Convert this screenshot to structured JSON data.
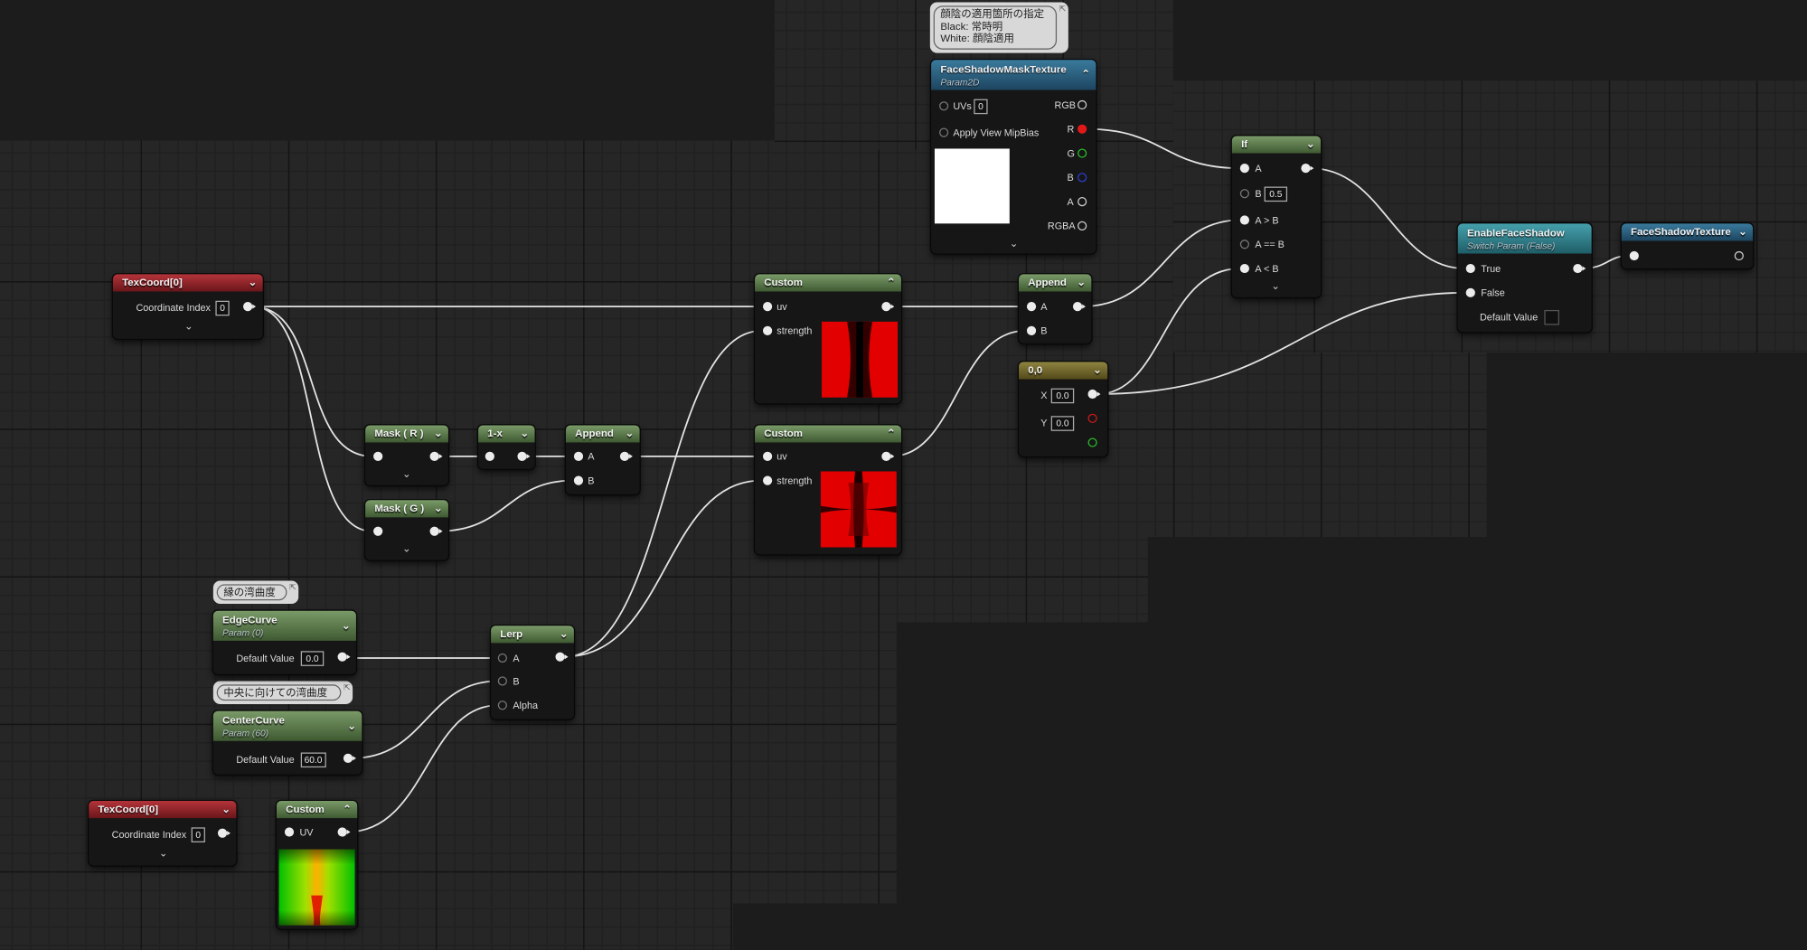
{
  "comments": {
    "mask_note": {
      "line1": "顔陰の適用箇所の指定",
      "line2": "Black: 常時明",
      "line3": "White: 顔陰適用"
    },
    "edge_note": "縁の湾曲度",
    "center_note": "中央に向けての湾曲度"
  },
  "nodes": {
    "texcoord_top": {
      "title": "TexCoord[0]",
      "coord_label": "Coordinate Index",
      "coord_value": "0"
    },
    "texcoord_bottom": {
      "title": "TexCoord[0]",
      "coord_label": "Coordinate Index",
      "coord_value": "0"
    },
    "mask_r": {
      "title": "Mask ( R )"
    },
    "mask_g": {
      "title": "Mask ( G )"
    },
    "one_minus_x": {
      "title": "1-x"
    },
    "append_left": {
      "title": "Append",
      "pin_a": "A",
      "pin_b": "B"
    },
    "append_right": {
      "title": "Append",
      "pin_a": "A",
      "pin_b": "B"
    },
    "custom_top": {
      "title": "Custom",
      "pin_uv": "uv",
      "pin_strength": "strength"
    },
    "custom_mid": {
      "title": "Custom",
      "pin_uv": "uv",
      "pin_strength": "strength"
    },
    "custom_bottom": {
      "title": "Custom",
      "pin_uv": "UV"
    },
    "edge_curve": {
      "title": "EdgeCurve",
      "subtitle": "Param (0)",
      "label": "Default Value",
      "value": "0.0"
    },
    "center_curve": {
      "title": "CenterCurve",
      "subtitle": "Param (60)",
      "label": "Default Value",
      "value": "60.0"
    },
    "lerp": {
      "title": "Lerp",
      "pin_a": "A",
      "pin_b": "B",
      "pin_alpha": "Alpha"
    },
    "mask_texture": {
      "title": "FaceShadowMaskTexture",
      "subtitle": "Param2D",
      "uvs_label": "UVs",
      "uvs_value": "0",
      "mip_label": "Apply View MipBias",
      "out_rgb": "RGB",
      "out_r": "R",
      "out_g": "G",
      "out_b": "B",
      "out_a": "A",
      "out_rgba": "RGBA"
    },
    "constant_2": {
      "title": "0,0",
      "x_label": "X",
      "x_value": "0.0",
      "y_label": "Y",
      "y_value": "0.0"
    },
    "if_node": {
      "title": "If",
      "pin_a": "A",
      "pin_b": "B",
      "b_value": "0.5",
      "pin_gt": "A > B",
      "pin_eq": "A == B",
      "pin_lt": "A < B"
    },
    "switch": {
      "title": "EnableFaceShadow",
      "subtitle": "Switch Param (False)",
      "pin_true": "True",
      "pin_false": "False",
      "default_label": "Default Value"
    },
    "output": {
      "title": "FaceShadowTexture"
    }
  },
  "colors": {
    "texcoord_header": "#a8283a",
    "math_header": "#5f7d4f",
    "param2d_header": "#2c6a8a",
    "switch_header": "#3a8f9b",
    "constant_header": "#7d7330",
    "grid_bg": "#262626",
    "pin_r": "#e01818",
    "pin_g": "#2bbf2b",
    "pin_b": "#2b3fd0"
  }
}
